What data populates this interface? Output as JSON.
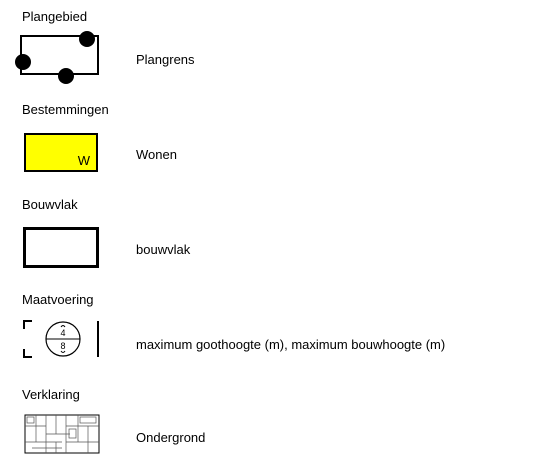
{
  "plangebied": {
    "heading": "Plangebied",
    "label": "Plangrens"
  },
  "bestemmingen": {
    "heading": "Bestemmingen",
    "label": "Wonen",
    "code": "W",
    "color": "#ffff00"
  },
  "bouwvlak": {
    "heading": "Bouwvlak",
    "label": "bouwvlak"
  },
  "maatvoering": {
    "heading": "Maatvoering",
    "label": "maximum goothoogte (m), maximum bouwhoogte (m)",
    "top_value": "4",
    "bottom_value": "8"
  },
  "verklaring": {
    "heading": "Verklaring",
    "label": "Ondergrond",
    "icon": "cadastral-map-icon"
  }
}
